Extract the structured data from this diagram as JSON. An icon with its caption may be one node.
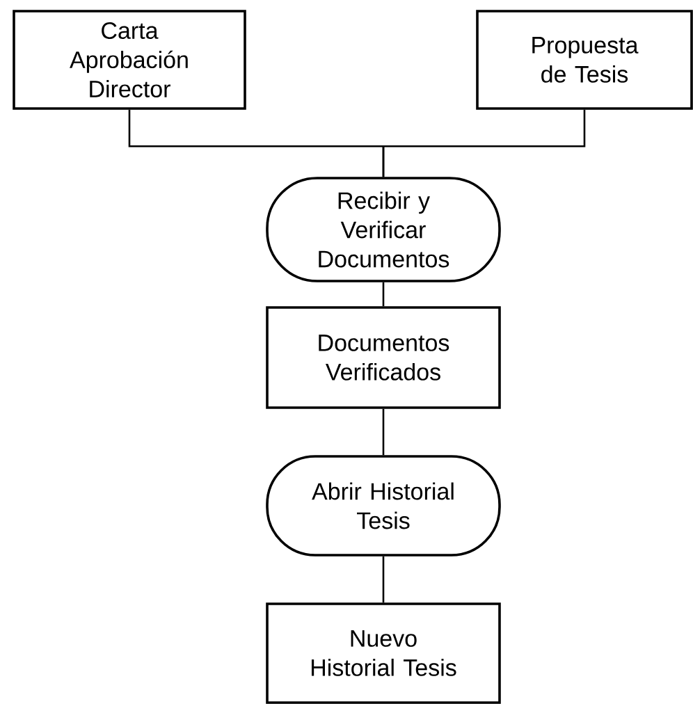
{
  "diagram": {
    "nodes": [
      {
        "text": [
          "Carta Aprobación Director"
        ]
      },
      {
        "text": [
          "Propuesta de Tesis"
        ]
      },
      {
        "text": [
          "Recibir y Verificar Documentos"
        ]
      },
      {
        "text": [
          "Documentos Verificados"
        ]
      },
      {
        "text": [
          "Abrir Historial Tesis"
        ]
      },
      {
        "text": [
          "Nuevo Historial Tesis"
        ]
      }
    ],
    "edges": [
      {
        "from": 0,
        "to": 2,
        "arrow": "none"
      },
      {
        "from": 1,
        "to": 2,
        "arrow": "none"
      },
      {
        "from": 2,
        "to": 3,
        "arrow": "none"
      },
      {
        "from": 3,
        "to": 4,
        "arrow": "none"
      },
      {
        "from": 4,
        "to": 5,
        "arrow": "none"
      }
    ]
  }
}
